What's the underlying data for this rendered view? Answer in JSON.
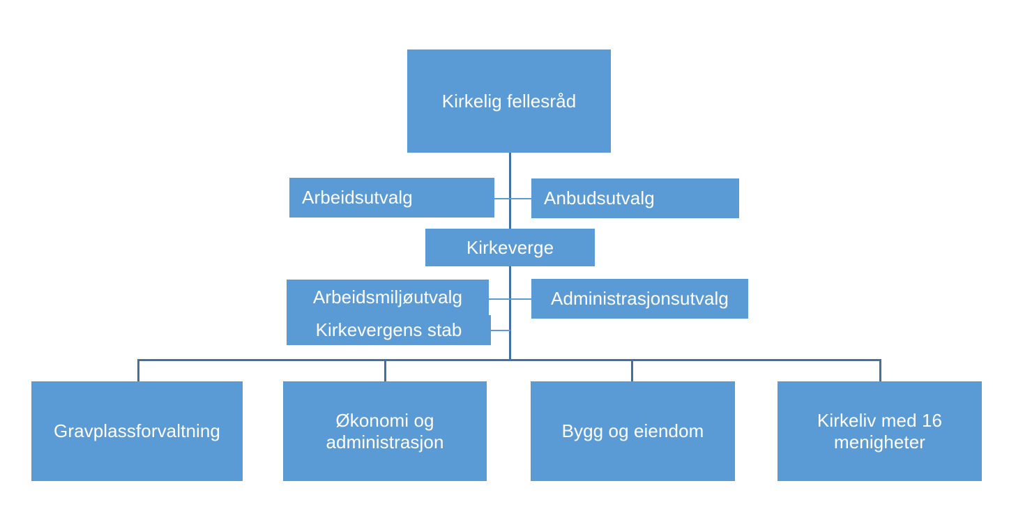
{
  "diagram": {
    "title": "Kirkelig fellesrad organisasjonskart",
    "colors": {
      "box_fill": "#5B9BD5",
      "connector": "#41719C",
      "text": "#FFFFFF",
      "background": "#FFFFFF"
    },
    "nodes": {
      "council": {
        "label": "Kirkelig fellesråd",
        "align": "center"
      },
      "working_committee": {
        "label": "Arbeidsutvalg",
        "align": "left"
      },
      "tender_committee": {
        "label": "Anbudsutvalg",
        "align": "left"
      },
      "church_warden": {
        "label": "Kirkeverge",
        "align": "center"
      },
      "work_env_committee": {
        "label": "Arbeidsmiljøutvalg",
        "align": "center"
      },
      "admin_committee": {
        "label": "Administrasjonsutvalg",
        "align": "center"
      },
      "warden_staff": {
        "label": "Kirkevergens stab",
        "align": "center"
      },
      "unit_graveyard": {
        "label": "Gravplassforvaltning",
        "align": "center"
      },
      "unit_finance": {
        "label": "Økonomi og\nadministrasjon",
        "align": "center"
      },
      "unit_buildings": {
        "label": "Bygg og eiendom",
        "align": "center"
      },
      "unit_church_life": {
        "label": "Kirkeliv med 16\nmenigheter",
        "align": "center"
      }
    }
  }
}
